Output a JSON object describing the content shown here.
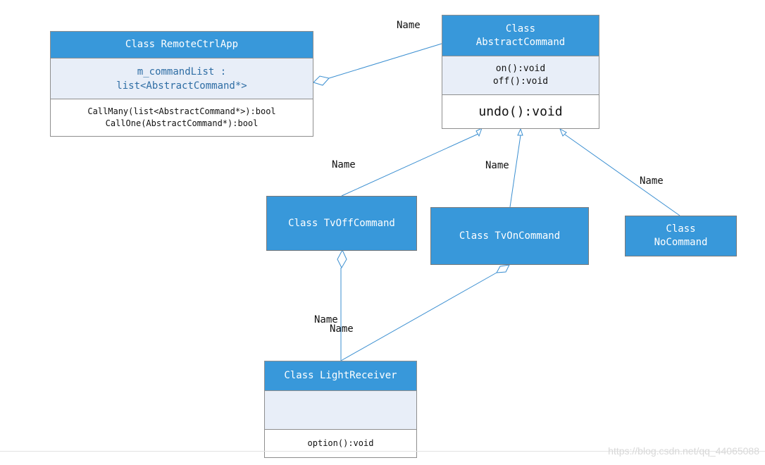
{
  "classes": {
    "remote": {
      "title": "Class RemoteCtrlApp",
      "attributes": [
        "m_commandList :",
        "list<AbstractCommand*>"
      ],
      "operations": [
        "CallMany(list<AbstractCommand*>):bool",
        "CallOne(AbstractCommand*):bool"
      ]
    },
    "abstract": {
      "title_lines": [
        "Class",
        "AbstractCommand"
      ],
      "attributes": [
        "on():void",
        "off():void"
      ],
      "operations": [
        "undo():void"
      ]
    },
    "tvoff": {
      "title": "Class TvOffCommand"
    },
    "tvon": {
      "title": "Class TvOnCommand"
    },
    "nocmd": {
      "title_lines": [
        "Class",
        "NoCommand"
      ]
    },
    "light": {
      "title": "Class LightReceiver",
      "operations": [
        "option():void"
      ]
    }
  },
  "edge_labels": {
    "remote_abstract": "Name",
    "tvoff_abstract": "Name",
    "tvon_abstract": "Name",
    "nocmd_abstract": "Name",
    "tvoff_light": "Name",
    "tvon_light": "Name"
  },
  "watermark": "https://blog.csdn.net/qq_44065088",
  "colors": {
    "header": "#3898da",
    "attribute_band": "#e8eef8",
    "connector": "#3b8fd1",
    "border": "#8e8e8e"
  }
}
